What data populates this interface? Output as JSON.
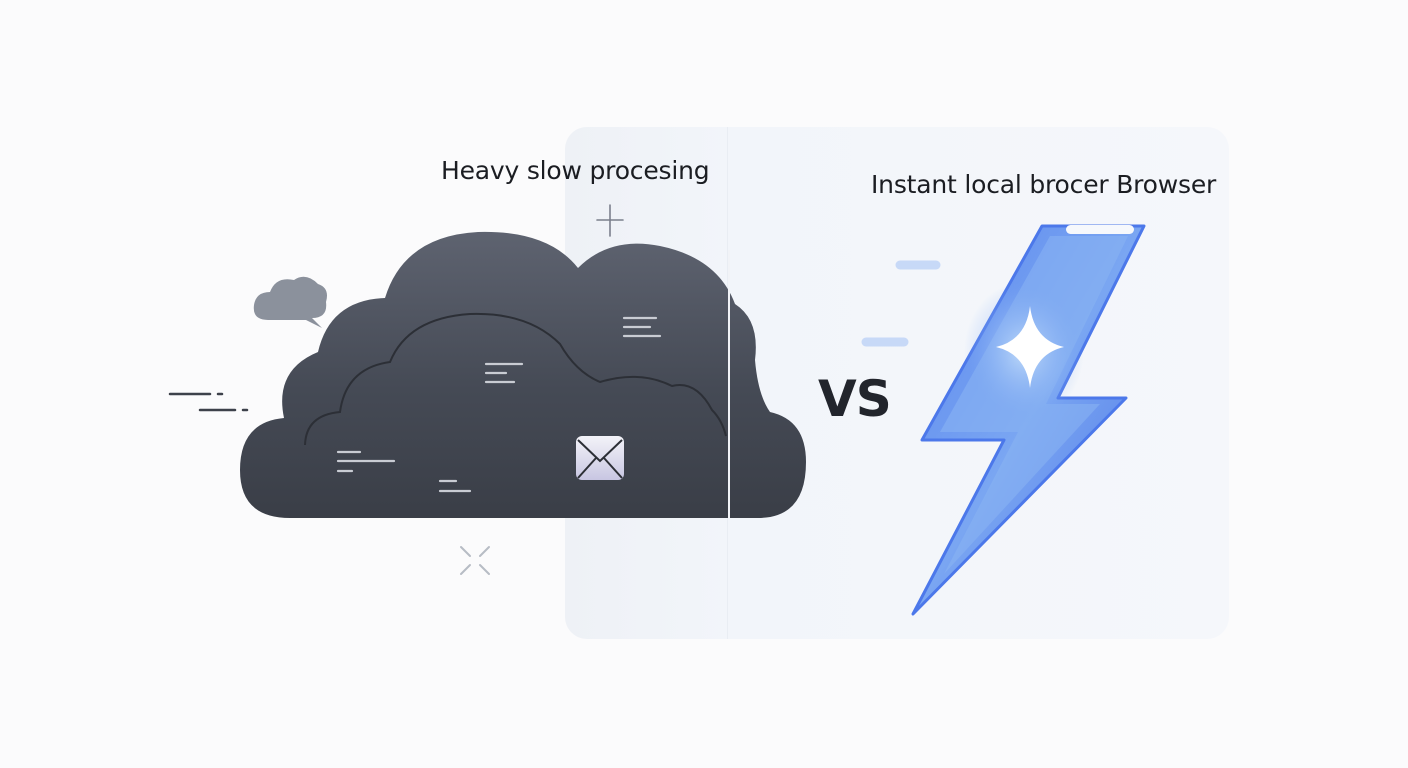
{
  "left": {
    "title": "Heavy slow procesing",
    "icons": [
      "cloud-icon",
      "speech-cloud-icon",
      "envelope-icon",
      "sparkle-plus-icon",
      "collapse-arrows-icon",
      "speed-lines-icon"
    ],
    "colors": {
      "cloud": "#3d414a",
      "cloud_light": "#5c6270",
      "bubble": "#8b919c"
    }
  },
  "divider": {
    "label": "VS"
  },
  "right": {
    "title": "Instant local brocer Browser",
    "icons": [
      "lightning-bolt-icon",
      "sparkle-icon",
      "speed-lines-icon"
    ],
    "colors": {
      "bolt": "#4f7cf0",
      "bolt_light": "#9cc3f5",
      "speed_lines": "#86a8f0",
      "panel": "#f3f6fa"
    }
  }
}
